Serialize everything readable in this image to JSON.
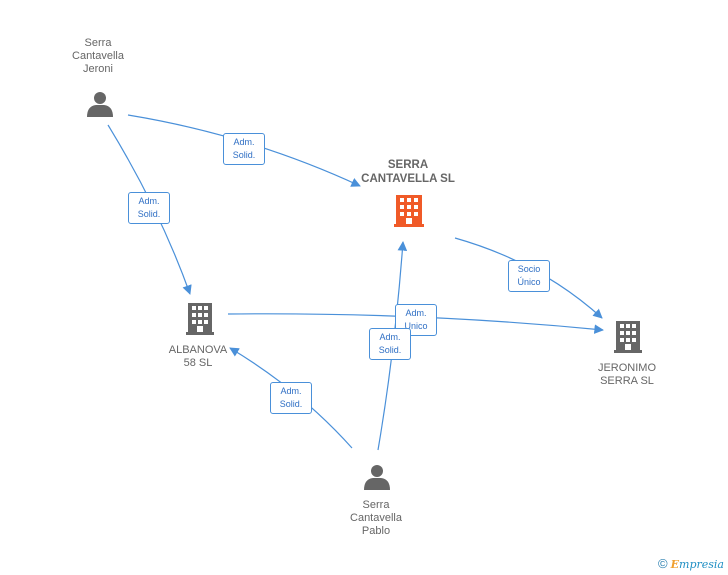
{
  "colors": {
    "edge": "#4a90d9",
    "company_main": "#f05a28",
    "company": "#666666",
    "person": "#666666"
  },
  "nodes": {
    "serra_cantavella_sl": {
      "label": "SERRA\nCANTAVELLA SL",
      "icon": "building-icon"
    },
    "albanova": {
      "label": "ALBANOVA\n58 SL",
      "icon": "building-icon"
    },
    "jeronimo": {
      "label": "JERONIMO\nSERRA SL",
      "icon": "building-icon"
    },
    "jeroni": {
      "label": "Serra\nCantavella\nJeroni",
      "icon": "person-icon"
    },
    "pablo": {
      "label": "Serra\nCantavella\nPablo",
      "icon": "person-icon"
    }
  },
  "edges": {
    "jeroni_to_sl": "Adm.\nSolid.",
    "jeroni_to_albanova": "Adm.\nSolid.",
    "sl_to_jeronimo": "Socio\nÚnico",
    "albanova_to_jeronimo": "Adm.\nUnico",
    "pablo_to_sl": "Adm.\nSolid.",
    "pablo_to_albanova": "Adm.\nSolid."
  },
  "footer": {
    "copyright": "©",
    "brand_initial": "E",
    "brand_rest": "mpresia"
  }
}
